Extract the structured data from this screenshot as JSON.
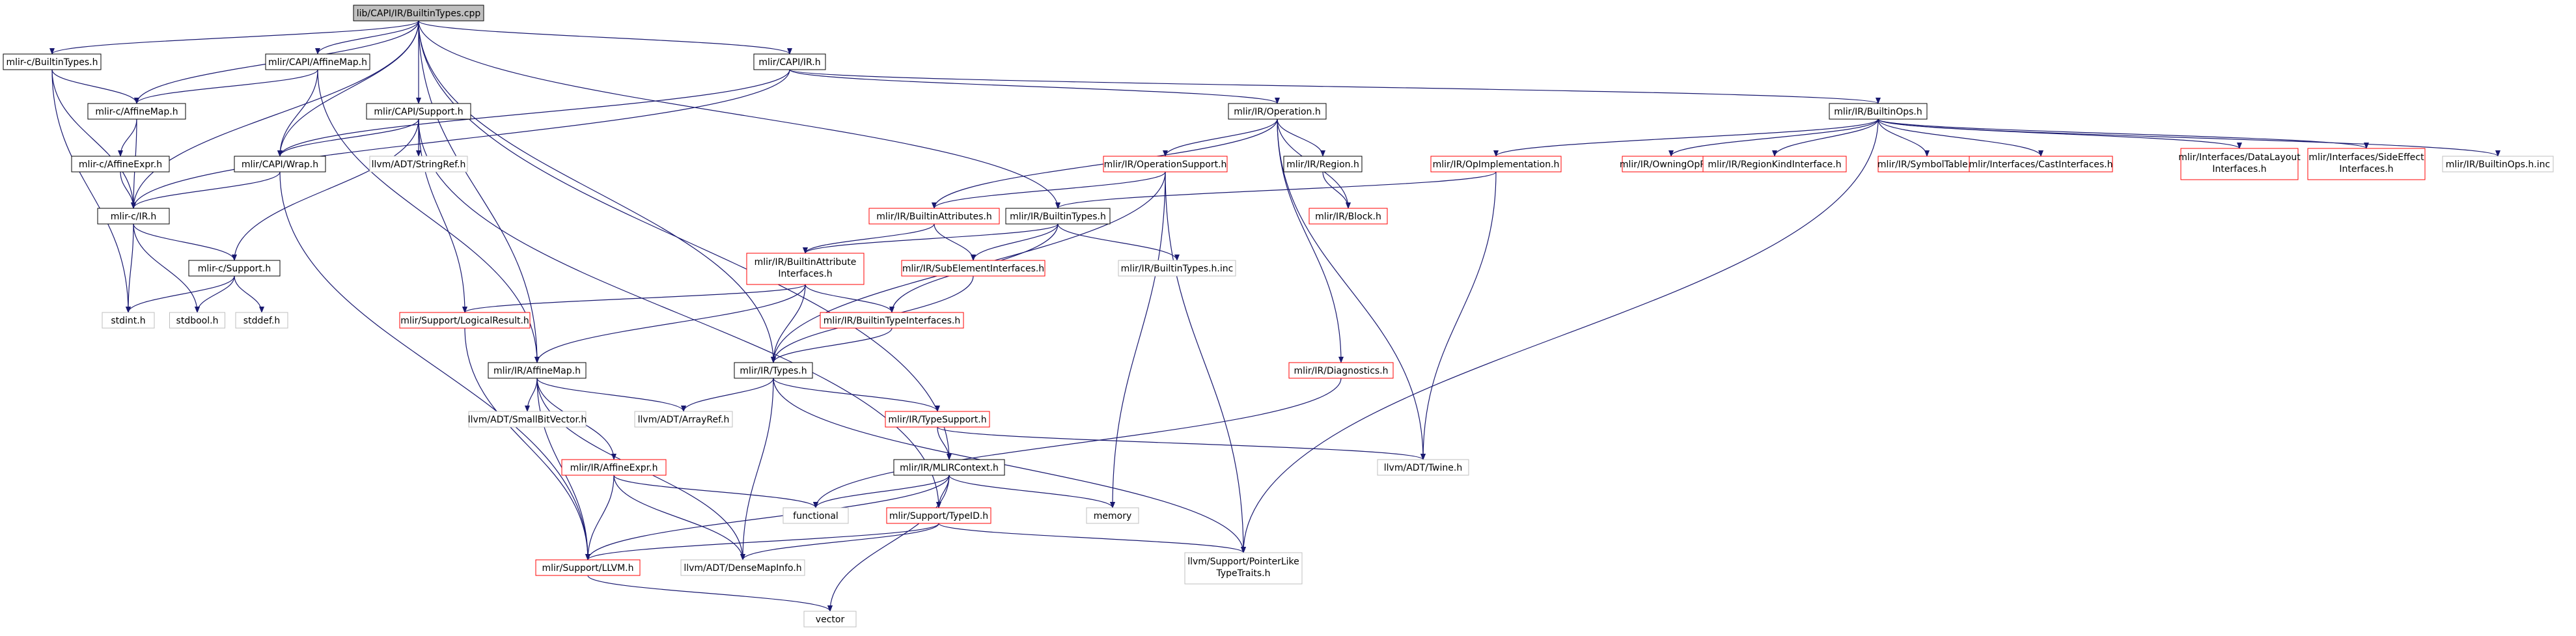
{
  "colors": {
    "edge": "#191970",
    "border_default": "#000000",
    "border_red": "#ff0000",
    "border_gray": "#bfbfbf",
    "root_fill": "#bfbfbf",
    "node_fill": "#ffffff",
    "text": "#000000"
  },
  "nodes": [
    {
      "id": "root",
      "lines": [
        "lib/CAPI/IR/BuiltinTypes.cpp"
      ],
      "style": "root"
    },
    {
      "id": "c_builtintypes",
      "lines": [
        "mlir-c/BuiltinTypes.h"
      ],
      "style": "black"
    },
    {
      "id": "capi_affinemap",
      "lines": [
        "mlir/CAPI/AffineMap.h"
      ],
      "style": "black"
    },
    {
      "id": "capi_ir",
      "lines": [
        "mlir/CAPI/IR.h"
      ],
      "style": "black"
    },
    {
      "id": "c_affinemap",
      "lines": [
        "mlir-c/AffineMap.h"
      ],
      "style": "black"
    },
    {
      "id": "capi_support",
      "lines": [
        "mlir/CAPI/Support.h"
      ],
      "style": "black"
    },
    {
      "id": "ir_operation",
      "lines": [
        "mlir/IR/Operation.h"
      ],
      "style": "black"
    },
    {
      "id": "ir_builtinops",
      "lines": [
        "mlir/IR/BuiltinOps.h"
      ],
      "style": "black"
    },
    {
      "id": "c_affineexpr",
      "lines": [
        "mlir-c/AffineExpr.h"
      ],
      "style": "black"
    },
    {
      "id": "capi_wrap",
      "lines": [
        "mlir/CAPI/Wrap.h"
      ],
      "style": "black"
    },
    {
      "id": "llvm_stringref",
      "lines": [
        "llvm/ADT/StringRef.h"
      ],
      "style": "gray"
    },
    {
      "id": "ir_opsupport",
      "lines": [
        "mlir/IR/OperationSupport.h"
      ],
      "style": "red"
    },
    {
      "id": "ir_region",
      "lines": [
        "mlir/IR/Region.h"
      ],
      "style": "black"
    },
    {
      "id": "ir_opimpl",
      "lines": [
        "mlir/IR/OpImplementation.h"
      ],
      "style": "red"
    },
    {
      "id": "ir_owningopref",
      "lines": [
        "mlir/IR/OwningOpRef.h"
      ],
      "style": "red"
    },
    {
      "id": "ir_regionkind",
      "lines": [
        "mlir/IR/RegionKindInterface.h"
      ],
      "style": "red"
    },
    {
      "id": "ir_symboltable",
      "lines": [
        "mlir/IR/SymbolTable.h"
      ],
      "style": "red"
    },
    {
      "id": "if_cast",
      "lines": [
        "mlir/Interfaces/CastInterfaces.h"
      ],
      "style": "red"
    },
    {
      "id": "if_datalayout",
      "lines": [
        "mlir/Interfaces/DataLayout",
        "Interfaces.h"
      ],
      "style": "red"
    },
    {
      "id": "if_sideeffect",
      "lines": [
        "mlir/Interfaces/SideEffect",
        "Interfaces.h"
      ],
      "style": "red"
    },
    {
      "id": "ir_builtinops_inc",
      "lines": [
        "mlir/IR/BuiltinOps.h.inc"
      ],
      "style": "gray"
    },
    {
      "id": "c_ir",
      "lines": [
        "mlir-c/IR.h"
      ],
      "style": "black"
    },
    {
      "id": "ir_builtinattrs",
      "lines": [
        "mlir/IR/BuiltinAttributes.h"
      ],
      "style": "red"
    },
    {
      "id": "ir_builtintypes",
      "lines": [
        "mlir/IR/BuiltinTypes.h"
      ],
      "style": "black"
    },
    {
      "id": "ir_block",
      "lines": [
        "mlir/IR/Block.h"
      ],
      "style": "red"
    },
    {
      "id": "c_support",
      "lines": [
        "mlir-c/Support.h"
      ],
      "style": "black"
    },
    {
      "id": "ir_builtinattrif",
      "lines": [
        "mlir/IR/BuiltinAttribute",
        "Interfaces.h"
      ],
      "style": "red"
    },
    {
      "id": "ir_subelem",
      "lines": [
        "mlir/IR/SubElementInterfaces.h"
      ],
      "style": "red"
    },
    {
      "id": "ir_builtintypes_inc",
      "lines": [
        "mlir/IR/BuiltinTypes.h.inc"
      ],
      "style": "gray"
    },
    {
      "id": "stdint",
      "lines": [
        "stdint.h"
      ],
      "style": "gray"
    },
    {
      "id": "stdbool",
      "lines": [
        "stdbool.h"
      ],
      "style": "gray"
    },
    {
      "id": "stddef",
      "lines": [
        "stddef.h"
      ],
      "style": "gray"
    },
    {
      "id": "sup_logical",
      "lines": [
        "mlir/Support/LogicalResult.h"
      ],
      "style": "red"
    },
    {
      "id": "ir_builtintypeif",
      "lines": [
        "mlir/IR/BuiltinTypeInterfaces.h"
      ],
      "style": "red"
    },
    {
      "id": "ir_diagnostics",
      "lines": [
        "mlir/IR/Diagnostics.h"
      ],
      "style": "red"
    },
    {
      "id": "ir_types",
      "lines": [
        "mlir/IR/Types.h"
      ],
      "style": "black"
    },
    {
      "id": "ir_affinemap",
      "lines": [
        "mlir/IR/AffineMap.h"
      ],
      "style": "black"
    },
    {
      "id": "llvm_smallbit",
      "lines": [
        "llvm/ADT/SmallBitVector.h"
      ],
      "style": "gray"
    },
    {
      "id": "llvm_arrayref",
      "lines": [
        "llvm/ADT/ArrayRef.h"
      ],
      "style": "gray"
    },
    {
      "id": "ir_typesupport",
      "lines": [
        "mlir/IR/TypeSupport.h"
      ],
      "style": "red"
    },
    {
      "id": "llvm_twine",
      "lines": [
        "llvm/ADT/Twine.h"
      ],
      "style": "gray"
    },
    {
      "id": "ir_affineexpr",
      "lines": [
        "mlir/IR/AffineExpr.h"
      ],
      "style": "red"
    },
    {
      "id": "ir_mlircontext",
      "lines": [
        "mlir/IR/MLIRContext.h"
      ],
      "style": "black"
    },
    {
      "id": "functional",
      "lines": [
        "functional"
      ],
      "style": "gray"
    },
    {
      "id": "memory",
      "lines": [
        "memory"
      ],
      "style": "gray"
    },
    {
      "id": "sup_typeid",
      "lines": [
        "mlir/Support/TypeID.h"
      ],
      "style": "red"
    },
    {
      "id": "sup_llvm",
      "lines": [
        "mlir/Support/LLVM.h"
      ],
      "style": "red"
    },
    {
      "id": "llvm_densemap",
      "lines": [
        "llvm/ADT/DenseMapInfo.h"
      ],
      "style": "gray"
    },
    {
      "id": "llvm_ptrlike",
      "lines": [
        "llvm/Support/PointerLike",
        "TypeTraits.h"
      ],
      "style": "gray"
    },
    {
      "id": "vector",
      "lines": [
        "vector"
      ],
      "style": "gray"
    }
  ],
  "edges": [
    [
      "root",
      "c_builtintypes"
    ],
    [
      "root",
      "capi_affinemap"
    ],
    [
      "root",
      "capi_ir"
    ],
    [
      "root",
      "capi_support"
    ],
    [
      "root",
      "c_affinemap"
    ],
    [
      "root",
      "c_ir"
    ],
    [
      "root",
      "capi_wrap"
    ],
    [
      "root",
      "ir_affinemap"
    ],
    [
      "root",
      "ir_builtintypes"
    ],
    [
      "root",
      "ir_types"
    ],
    [
      "root",
      "ir_mlircontext"
    ],
    [
      "c_builtintypes",
      "c_affinemap"
    ],
    [
      "c_builtintypes",
      "c_ir"
    ],
    [
      "c_builtintypes",
      "stdint"
    ],
    [
      "capi_affinemap",
      "c_affinemap"
    ],
    [
      "capi_affinemap",
      "capi_wrap"
    ],
    [
      "capi_affinemap",
      "ir_affinemap"
    ],
    [
      "capi_ir",
      "capi_wrap"
    ],
    [
      "capi_ir",
      "c_ir"
    ],
    [
      "capi_ir",
      "ir_operation"
    ],
    [
      "capi_ir",
      "ir_builtinops"
    ],
    [
      "c_affinemap",
      "c_affineexpr"
    ],
    [
      "c_affinemap",
      "c_ir"
    ],
    [
      "c_affineexpr",
      "c_ir"
    ],
    [
      "capi_support",
      "capi_wrap"
    ],
    [
      "capi_support",
      "c_support"
    ],
    [
      "capi_support",
      "llvm_stringref"
    ],
    [
      "capi_support",
      "sup_logical"
    ],
    [
      "capi_support",
      "sup_typeid"
    ],
    [
      "capi_wrap",
      "c_ir"
    ],
    [
      "capi_wrap",
      "sup_llvm"
    ],
    [
      "c_ir",
      "c_support"
    ],
    [
      "c_ir",
      "stdint"
    ],
    [
      "c_ir",
      "stdbool"
    ],
    [
      "c_support",
      "stdint"
    ],
    [
      "c_support",
      "stdbool"
    ],
    [
      "c_support",
      "stddef"
    ],
    [
      "ir_operation",
      "ir_opsupport"
    ],
    [
      "ir_operation",
      "ir_region"
    ],
    [
      "ir_operation",
      "ir_block"
    ],
    [
      "ir_operation",
      "ir_builtinattrs"
    ],
    [
      "ir_operation",
      "ir_diagnostics"
    ],
    [
      "ir_operation",
      "llvm_twine"
    ],
    [
      "ir_opsupport",
      "ir_builtinattrs"
    ],
    [
      "ir_opsupport",
      "ir_types"
    ],
    [
      "ir_opsupport",
      "memory"
    ],
    [
      "ir_opsupport",
      "llvm_ptrlike"
    ],
    [
      "ir_region",
      "ir_block"
    ],
    [
      "ir_builtinops",
      "ir_opimpl"
    ],
    [
      "ir_builtinops",
      "ir_owningopref"
    ],
    [
      "ir_builtinops",
      "ir_regionkind"
    ],
    [
      "ir_builtinops",
      "ir_symboltable"
    ],
    [
      "ir_builtinops",
      "if_cast"
    ],
    [
      "ir_builtinops",
      "if_datalayout"
    ],
    [
      "ir_builtinops",
      "if_sideeffect"
    ],
    [
      "ir_builtinops",
      "ir_builtinops_inc"
    ],
    [
      "ir_builtinops",
      "llvm_ptrlike"
    ],
    [
      "ir_opimpl",
      "ir_builtintypes"
    ],
    [
      "ir_opimpl",
      "llvm_twine"
    ],
    [
      "ir_builtinattrs",
      "ir_builtinattrif"
    ],
    [
      "ir_builtinattrs",
      "ir_subelem"
    ],
    [
      "ir_builtintypes",
      "ir_builtinattrif"
    ],
    [
      "ir_builtintypes",
      "ir_subelem"
    ],
    [
      "ir_builtintypes",
      "ir_builtintypes_inc"
    ],
    [
      "ir_builtintypes",
      "ir_builtintypeif"
    ],
    [
      "ir_builtinattrif",
      "ir_affinemap"
    ],
    [
      "ir_builtinattrif",
      "ir_types"
    ],
    [
      "ir_builtinattrif",
      "ir_builtintypeif"
    ],
    [
      "ir_builtinattrif",
      "sup_logical"
    ],
    [
      "ir_subelem",
      "ir_types"
    ],
    [
      "ir_builtintypeif",
      "ir_types"
    ],
    [
      "sup_logical",
      "sup_llvm"
    ],
    [
      "ir_diagnostics",
      "functional"
    ],
    [
      "ir_types",
      "ir_typesupport"
    ],
    [
      "ir_types",
      "llvm_arrayref"
    ],
    [
      "ir_types",
      "llvm_densemap"
    ],
    [
      "ir_types",
      "llvm_ptrlike"
    ],
    [
      "ir_affinemap",
      "ir_affineexpr"
    ],
    [
      "ir_affinemap",
      "llvm_smallbit"
    ],
    [
      "ir_affinemap",
      "llvm_arrayref"
    ],
    [
      "ir_affinemap",
      "sup_llvm"
    ],
    [
      "ir_affinemap",
      "llvm_densemap"
    ],
    [
      "ir_typesupport",
      "ir_mlircontext"
    ],
    [
      "ir_typesupport",
      "llvm_twine"
    ],
    [
      "ir_affineexpr",
      "sup_llvm"
    ],
    [
      "ir_affineexpr",
      "functional"
    ],
    [
      "ir_affineexpr",
      "llvm_densemap"
    ],
    [
      "ir_mlircontext",
      "functional"
    ],
    [
      "ir_mlircontext",
      "memory"
    ],
    [
      "ir_mlircontext",
      "sup_typeid"
    ],
    [
      "ir_mlircontext",
      "sup_llvm"
    ],
    [
      "ir_mlircontext",
      "vector"
    ],
    [
      "sup_typeid",
      "sup_llvm"
    ],
    [
      "sup_typeid",
      "llvm_densemap"
    ],
    [
      "sup_typeid",
      "llvm_ptrlike"
    ],
    [
      "sup_llvm",
      "vector"
    ]
  ]
}
